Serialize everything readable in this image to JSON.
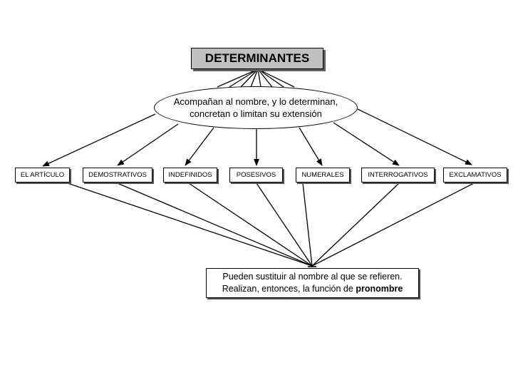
{
  "diagram": {
    "title": "DETERMINANTES",
    "description": {
      "line1": "Acompañan al nombre, y lo determinan,",
      "line2": "concretan o limitan su extensión"
    },
    "categories": [
      "EL ARTÍCULO",
      "DEMOSTRATIVOS",
      "INDEFINIDOS",
      "POSESIVOS",
      "NUMERALES",
      "INTERROGATIVOS",
      "EXCLAMATIVOS"
    ],
    "pronoun_note": {
      "line1": "Pueden sustituir al nombre al que se refieren.",
      "line2_prefix": "Realizan, entonces, la función de ",
      "line2_bold": "pronombre"
    }
  },
  "colors": {
    "title_fill": "#c0c0c0",
    "shadow": "#505050",
    "line": "#000000"
  }
}
